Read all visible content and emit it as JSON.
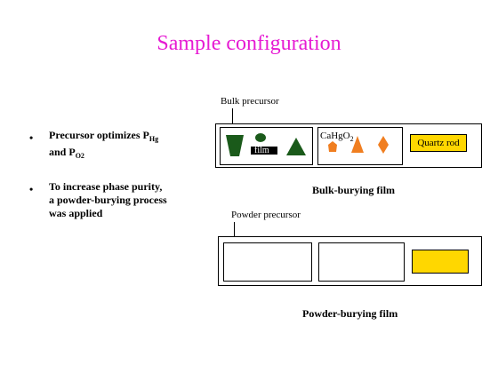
{
  "title": "Sample configuration",
  "bullets": [
    {
      "marker": "•",
      "lines": [
        "Precursor optimizes P",
        "and P"
      ],
      "sub1": "Hg",
      "sub2": "O2"
    },
    {
      "marker": "•",
      "lines": [
        "To increase phase purity,",
        "a powder-burying process",
        "was applied"
      ]
    }
  ],
  "bulk_diagram": {
    "label": "Bulk precursor",
    "film_label": "film",
    "compound_label": "CaHgO",
    "compound_sub": "2",
    "rod_label": "Quartz rod",
    "caption": "Bulk-burying film",
    "colors": {
      "precursor": "#1a5a1a",
      "accent": "#f07e20",
      "rod": "#ffd700",
      "film": "#000000"
    }
  },
  "powder_diagram": {
    "label": "Powder precursor",
    "caption": "Powder-burying film",
    "colors": {
      "powder": "#a8a8a8",
      "accent": "#f07e20",
      "rod": "#ffd700",
      "film": "#000000"
    }
  }
}
